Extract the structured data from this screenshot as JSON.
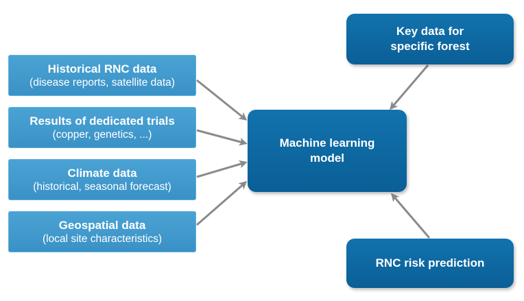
{
  "inputs": [
    {
      "title": "Historical RNC data",
      "subtitle": "(disease reports, satellite data)"
    },
    {
      "title": "Results of dedicated trials",
      "subtitle": "(copper, genetics, ...)"
    },
    {
      "title": "Climate data",
      "subtitle": "(historical, seasonal forecast)"
    },
    {
      "title": "Geospatial data",
      "subtitle": "(local site characteristics)"
    }
  ],
  "key_data": {
    "line1": "Key data for",
    "line2": "specific forest"
  },
  "model": {
    "line1": "Machine learning",
    "line2": "model"
  },
  "prediction": {
    "label": "RNC risk prediction"
  },
  "colors": {
    "input_box": "#3f98cc",
    "dark_box": "#0e68a1",
    "arrow": "#8a8a8a",
    "text": "#ffffff"
  }
}
